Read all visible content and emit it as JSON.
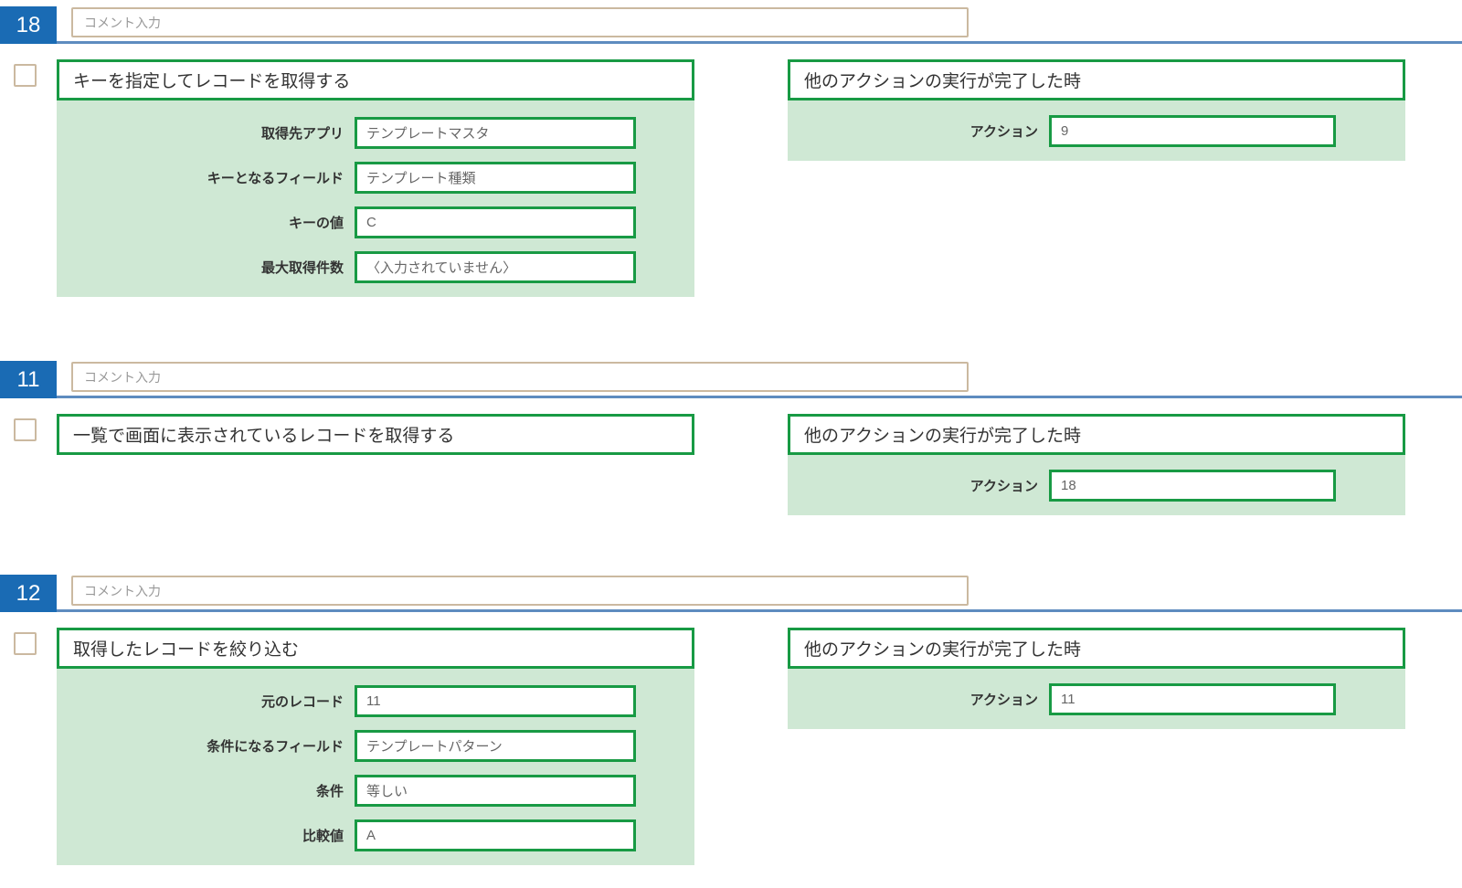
{
  "comment_placeholder": "コメント入力",
  "trigger_title": "他のアクションの実行が完了した時",
  "trigger_label": "アクション",
  "colors": {
    "accent_green_border": "#189a44",
    "panel_green": "#cfe8d4",
    "badge_blue": "#1a6bb4",
    "divider_blue": "#5e8cbf",
    "tan_border": "#cbb9a0"
  },
  "sections": [
    {
      "number": "18",
      "title": "キーを指定してレコードを取得する",
      "fields": [
        {
          "label": "取得先アプリ",
          "value": "テンプレートマスタ"
        },
        {
          "label": "キーとなるフィールド",
          "value": "テンプレート種類"
        },
        {
          "label": "キーの値",
          "value": "C"
        },
        {
          "label": "最大取得件数",
          "value": "〈入力されていません〉"
        }
      ],
      "trigger_action": "9"
    },
    {
      "number": "11",
      "title": "一覧で画面に表示されているレコードを取得する",
      "fields": [],
      "trigger_action": "18"
    },
    {
      "number": "12",
      "title": "取得したレコードを絞り込む",
      "fields": [
        {
          "label": "元のレコード",
          "value": "11"
        },
        {
          "label": "条件になるフィールド",
          "value": "テンプレートパターン"
        },
        {
          "label": "条件",
          "value": "等しい"
        },
        {
          "label": "比較値",
          "value": "A"
        }
      ],
      "trigger_action": "11"
    }
  ]
}
